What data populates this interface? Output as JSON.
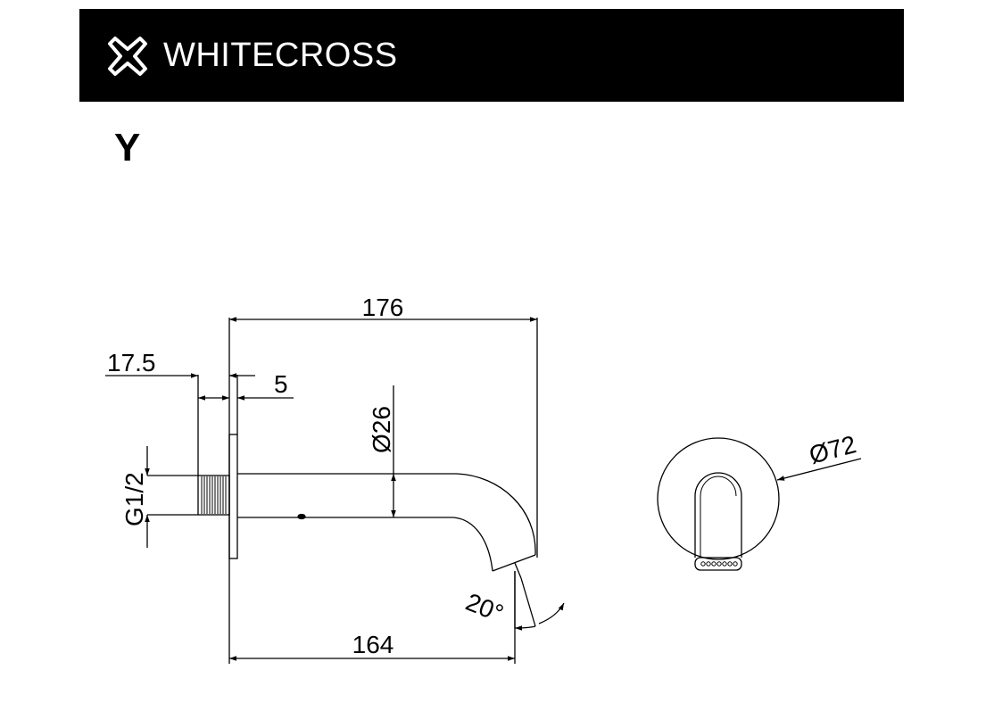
{
  "header": {
    "brand": "WHITECROSS",
    "logo": "cross-x-logo-icon",
    "background": "#000000",
    "text_color": "#ffffff"
  },
  "model": "Y",
  "dimensions": {
    "total_length": "176",
    "thread_length": "17.5",
    "flange_thickness": "5",
    "spout_diameter": "Ø26",
    "thread_size": "G1/2",
    "spout_angle": "20°",
    "projection": "164",
    "rosette_diameter": "Ø72"
  }
}
